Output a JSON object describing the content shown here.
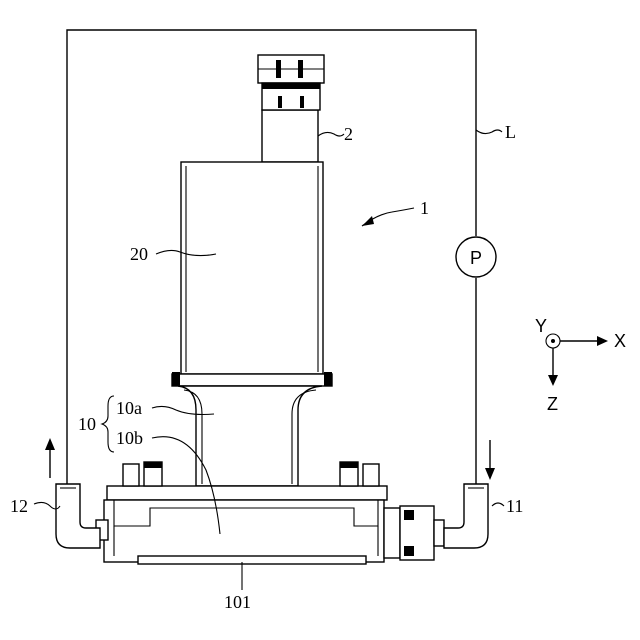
{
  "labels": {
    "cartridge": "2",
    "assembly": "1",
    "liquid_line": "L",
    "pump": "P",
    "tank": "20",
    "head": "10",
    "head_upper": "10a",
    "head_lower": "10b",
    "outlet_port": "12",
    "inlet_port": "11",
    "nozzle_face": "101"
  },
  "axes": {
    "x": "X",
    "y": "Y",
    "z": "Z"
  },
  "colors": {
    "line": "#000000",
    "background": "#ffffff"
  }
}
